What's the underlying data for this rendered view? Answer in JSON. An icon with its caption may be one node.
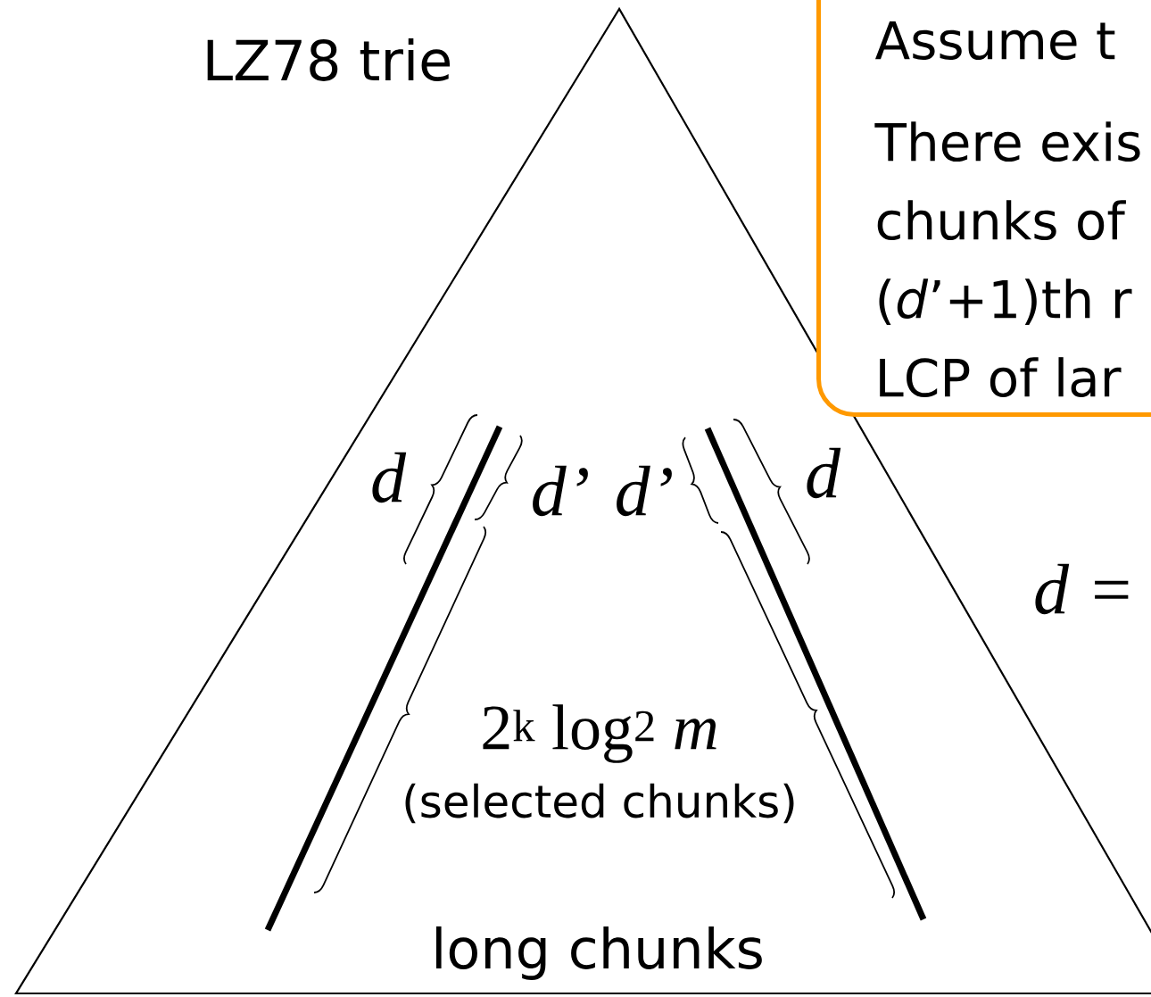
{
  "diagram": {
    "nodes": [
      {
        "text": [
          "LZ78 trie",
          "long chunks"
        ]
      },
      {
        "text": [
          "Assume t",
          "There exis chunks of (*d*’+1)th r LCP of lar"
        ]
      }
    ],
    "labels": [
      "d",
      "d’",
      "d’",
      "d",
      "*d* =",
      "2$^{k}$ log$^{2}$ *m*",
      "(selected chunks)"
    ]
  }
}
